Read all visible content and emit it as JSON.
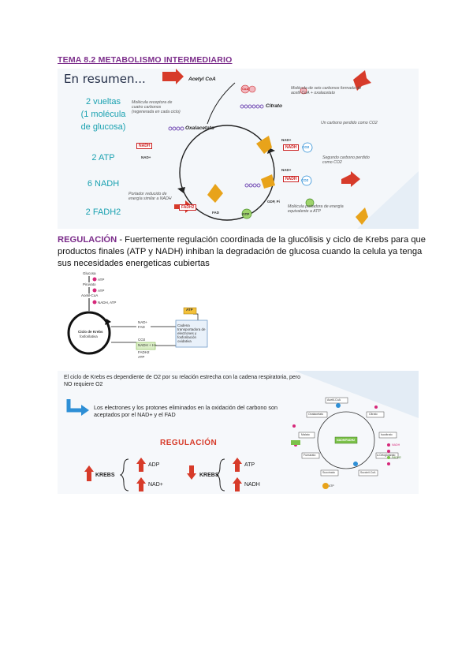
{
  "title": "TEMA 8.2 METABOLISMO INTERMEDIARIO",
  "image1": {
    "heading": "En resumen...",
    "summary": [
      "2 vueltas",
      "(1 molécula",
      "de glucosa)",
      "2 ATP",
      "6 NADH",
      "2 FADH2"
    ],
    "labels": {
      "acetyl": "Acetyl CoA",
      "coa": "CoA",
      "citrato": "Citrato",
      "oxalacetato": "Oxalacetato",
      "nadh1": "NADH",
      "nadplus1": "NAD+",
      "nadh2": "NADH",
      "nadplus2": "NAD+",
      "nadh3": "NADH",
      "nadplus3": "NAD+",
      "fadh2": "FADH2",
      "fad": "FAD",
      "gtp": "GTP",
      "gdp": "GDP, Pi",
      "co2a": "CO2",
      "co2b": "CO2"
    },
    "notes": {
      "n1": "Molécula de seis carbonos formada de acetil CoA + oxalacetato",
      "n2": "Molécula receptora de cuatro carbonos (regenerada en cada ciclo)",
      "n3": "Un carbono perdido como CO2",
      "n4": "Segundo carbono perdido como CO2",
      "n5": "Portador reducido de energía similar a NADH",
      "n6": "Molécula portadora de energía equivalente a ATP"
    }
  },
  "paragraph": {
    "highlight": "REGULACIÓN",
    "text": " - Fuertemente regulación coordinada de la glucólisis y ciclo de Krebs para que productos finales (ATP  y NADH) inhiban la degradación de glucosa cuando la celula ya tenga sus necesidades energeticas cubiertas"
  },
  "image2": {
    "glucosa": "Glucosa",
    "piruvato": "Piruvato",
    "acetil": "Acetil-CoA",
    "atp1": "ATP",
    "atp2": "ATP",
    "nadh_atp": "NADH, ATP",
    "cycle": "Ciclo de Krebs",
    "cycle2": "fosforilativa",
    "nad": "NAD+",
    "fad": "FAD",
    "co2": "CO2",
    "nadh": "NADH + H+",
    "fadh2": "FADH2",
    "atp3": "ATP",
    "atp_box": "ATP",
    "chain": "Cadena transportadora de electrones y fosforilación oxidativa"
  },
  "image3": {
    "intro": "El ciclo de Krebs es dependiente de O2 por su relación estrecha con la cadena respiratoria, pero NO requiere O2",
    "electrons": "Los electrones y los protones eliminados en la oxidación del carbono son aceptados por el NAD+ y el FAD",
    "regulacion": "REGULACIÓN",
    "krebs1": "KREBS",
    "adp": "ADP",
    "nadplus": "NAD+",
    "krebs2": "KREBS",
    "atp": "ATP",
    "nadh": "NADH",
    "d_acetil": "Acetil-CoA",
    "d_oxal": "Oxalacetato",
    "d_citrato": "Citrato",
    "d_malato": "Malato",
    "d_isocit": "Isocitrato",
    "d_fumarato": "Fumarato",
    "d_akg": "α-Cetoglutarato",
    "d_succ": "Succinato",
    "d_succcoa": "Succinil-CoA",
    "d_nadh": "NADH",
    "d_fadh": "FADH2",
    "d_atp": "ATP",
    "d_chain": "NADH/FADH2"
  },
  "colors": {
    "title": "#7b2c8a",
    "teal": "#19a1b0",
    "red": "#d73b2a",
    "orange": "#e8a31a",
    "blue": "#2e8fd6"
  }
}
